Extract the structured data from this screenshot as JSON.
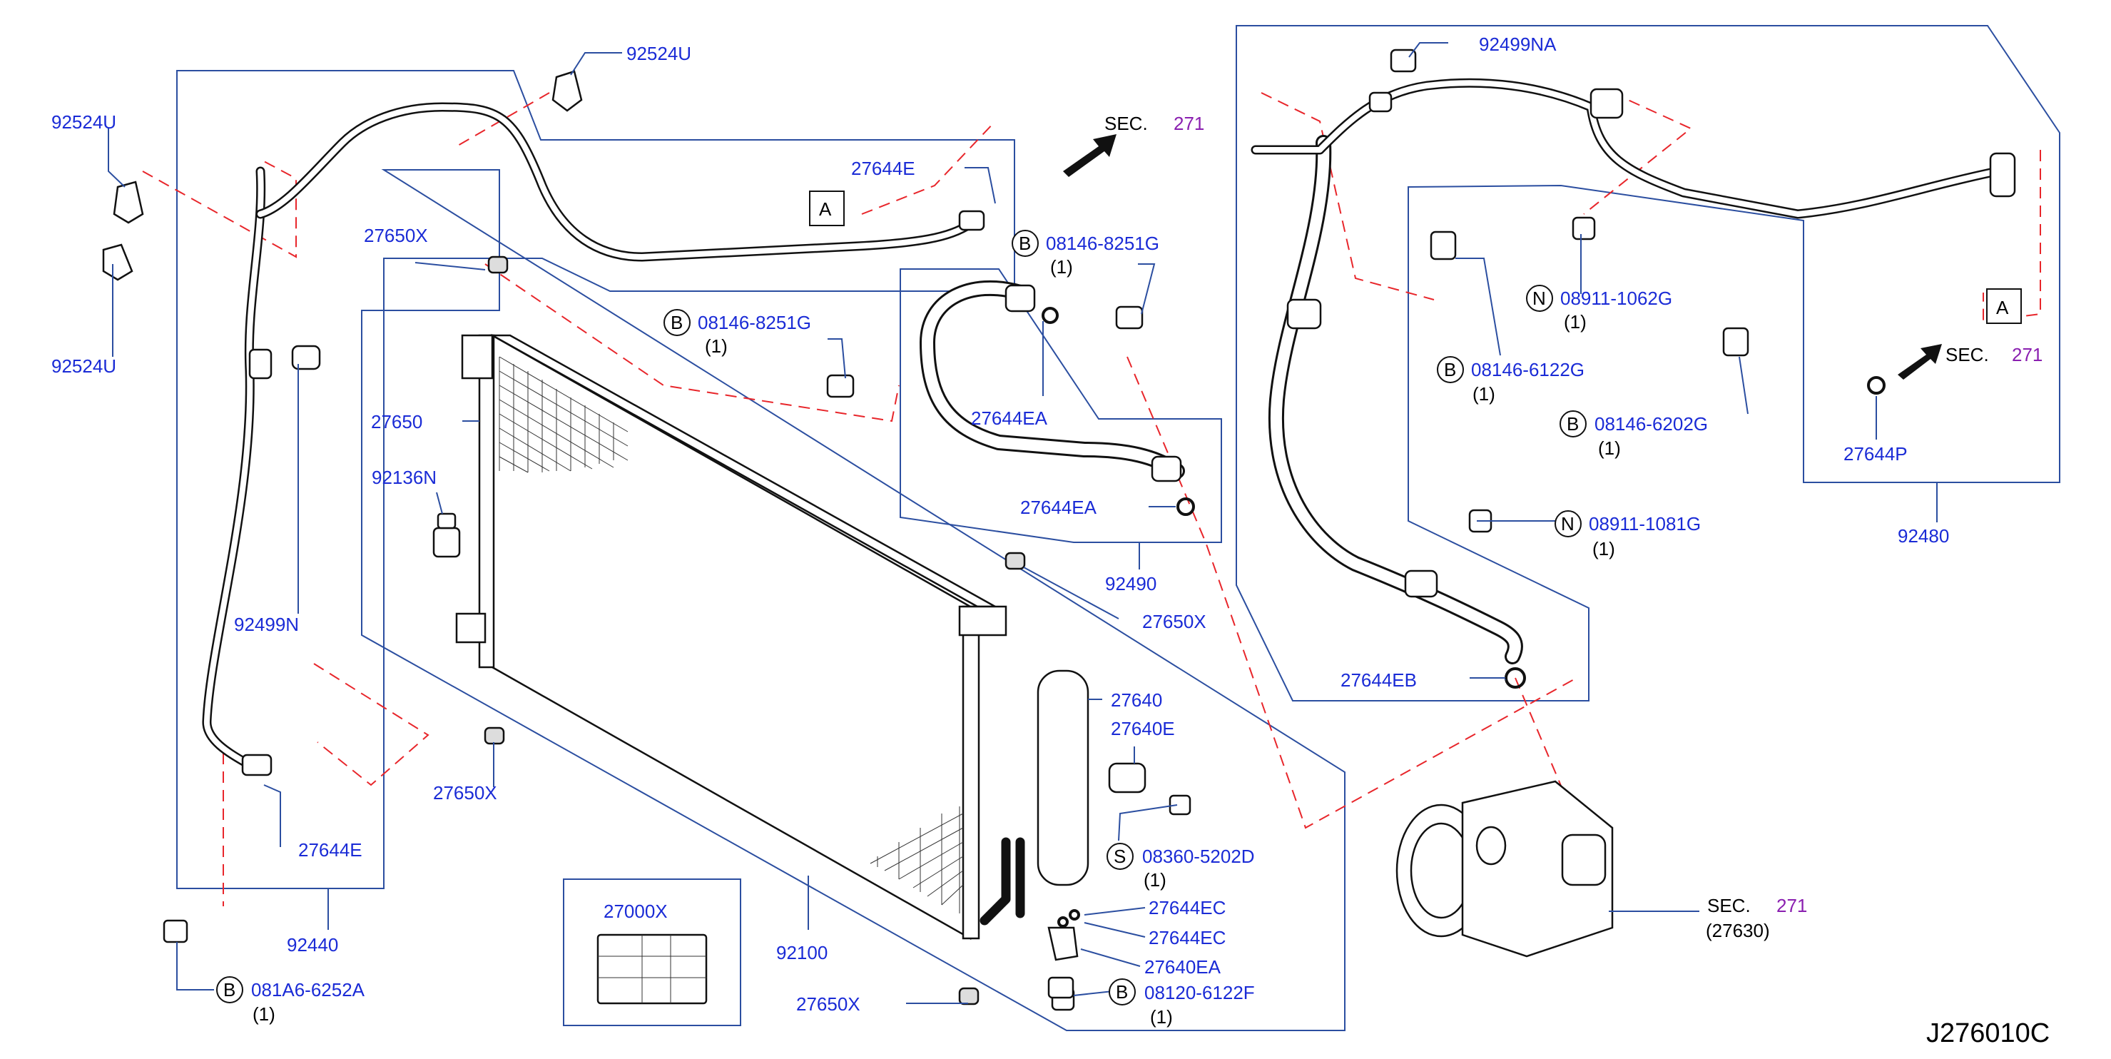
{
  "diagram_code": "J276010C",
  "part_labels": {
    "p92524U_top": "92524U",
    "p92524U_left1": "92524U",
    "p92524U_left2": "92524U",
    "p27650X_top": "27650X",
    "p27650": "27650",
    "p92136N": "92136N",
    "p92499N": "92499N",
    "p27650X_left": "27650X",
    "p27644E_left": "27644E",
    "p92440": "92440",
    "p081A6": "081A6-6252A",
    "p081A6_qty": "(1)",
    "p27000X": "27000X",
    "p92100": "92100",
    "p27650X_bottom": "27650X",
    "p27644E_top": "27644E",
    "p08146_8251G_mid": "08146-8251G",
    "p08146_8251G_mid_qty": "(1)",
    "p08146_8251G_top": "08146-8251G",
    "p08146_8251G_top_qty": "(1)",
    "p27644EA_1": "27644EA",
    "p27644EA_2": "27644EA",
    "p92490": "92490",
    "p27650X_right": "27650X",
    "p27640": "27640",
    "p27640E": "27640E",
    "p08360": "08360-5202D",
    "p08360_qty": "(1)",
    "p27644EC_1": "27644EC",
    "p27644EC_2": "27644EC",
    "p27640EA": "27640EA",
    "p08120": "08120-6122F",
    "p08120_qty": "(1)",
    "p92499NA": "92499NA",
    "p08911_1062G": "08911-1062G",
    "p08911_1062G_qty": "(1)",
    "p08146_6122G": "08146-6122G",
    "p08146_6122G_qty": "(1)",
    "p08146_6202G": "08146-6202G",
    "p08146_6202G_qty": "(1)",
    "p08911_1081G": "08911-1081G",
    "p08911_1081G_qty": "(1)",
    "p27644EB": "27644EB",
    "p27644P": "27644P",
    "p92480": "92480",
    "p27630": "(27630)"
  },
  "section_refs": {
    "sec_label": "SEC.",
    "sec_top_num": "271",
    "sec_right_num": "271",
    "sec_comp_num": "271"
  },
  "markers": {
    "A_left": "A",
    "A_right": "A",
    "B": "B",
    "N": "N",
    "S": "S"
  },
  "colors": {
    "part_number": "#1a2bd6",
    "section_number": "#8a1fb0",
    "frame_line": "#2b4ea0",
    "dashed_line": "#e8262b"
  }
}
